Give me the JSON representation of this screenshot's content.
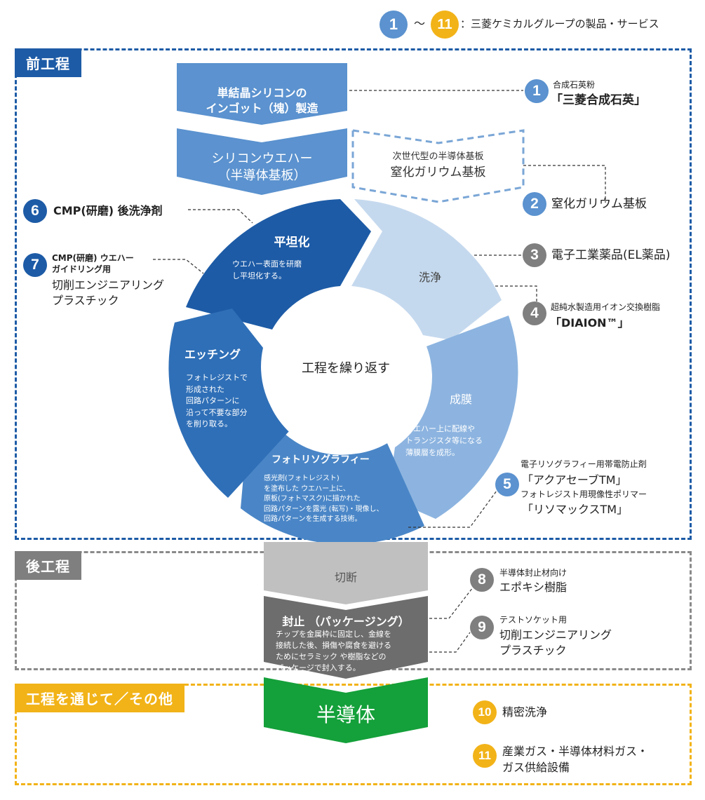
{
  "legend": {
    "from": "1",
    "sep": "〜",
    "to": "11",
    "text": "：三菱ケミカルグループの製品・サービス"
  },
  "sections": {
    "front": "前工程",
    "back": "後工程",
    "general": "工程を通じて／その他"
  },
  "flow": {
    "ingot": "単結晶シリコンの\nインゴット（塊）製造",
    "wafer": "シリコンウエハー\n（半導体基板）",
    "next_gen_small": "次世代型の半導体基板",
    "next_gen_big": "窒化ガリウム基板",
    "cutting": "切断",
    "sealing_title": "封止 （パッケージング）",
    "sealing_desc": "チップを金属枠に固定し、金線を\n接続した後、損傷や腐食を避ける\nためにセラミック や樹脂などの\nパッケージで封入する。",
    "semiconductor": "半導体"
  },
  "cycle": {
    "center": "工程を繰り返す",
    "planarize_title": "平坦化",
    "planarize_desc": "ウエハー表面を研磨\nし平坦化する。",
    "cleaning_title": "洗浄",
    "film_title": "成膜",
    "film_desc": "ウエハー上に配線や\nトランジスタ等になる\n薄膜層を成形。",
    "photo_title": "フォトリソグラフィー",
    "photo_desc": "感光剤(フォトレジスト)\nを塗布した ウエハー上に、\n原板(フォトマスク)に描かれた\n回路パターンを露光 (転写)・現像し、\n回路パターンを生成する技術。",
    "etch_title": "エッチング",
    "etch_desc": "フォトレジストで\n形成された\n回路パターンに\n沿って不要な部分\nを削り取る。"
  },
  "products": [
    {
      "num": "1",
      "small": "合成石英粉",
      "big": "「三菱合成石英」"
    },
    {
      "num": "2",
      "big": "窒化ガリウム基板"
    },
    {
      "num": "3",
      "big": "電子工業薬品(EL薬品)"
    },
    {
      "num": "4",
      "small": "超純水製造用イオン交換樹脂",
      "big": "「DIAION™」"
    },
    {
      "num": "5",
      "small1": "電子リソグラフィー用帯電防止剤",
      "big1": "「アクアセーブTM」",
      "small2": "フォトレジスト用現像性ポリマー",
      "big2": "「リソマックスTM」"
    },
    {
      "num": "6",
      "big": "CMP(研磨) 後洗浄剤"
    },
    {
      "num": "7",
      "small": "CMP(研磨) ウエハー\nガイドリング用",
      "big": "切削エンジニアリング\nプラスチック"
    },
    {
      "num": "8",
      "small": "半導体封止材向け",
      "big": "エポキシ樹脂"
    },
    {
      "num": "9",
      "small": "テストソケット用",
      "big": "切削エンジニアリング\nプラスチック"
    },
    {
      "num": "10",
      "big": "精密洗浄"
    },
    {
      "num": "11",
      "big": "産業ガス・半導体材料ガス・\nガス供給設備"
    }
  ],
  "colors": {
    "front_border": "#1d5ba6",
    "back_border": "#8a8a8a",
    "general_border": "#f2b318",
    "planarize": "#1d5ba6",
    "etch": "#2f6fb7",
    "photo": "#4a86c7",
    "film": "#8db4e0",
    "cleaning": "#c5d9ee",
    "ingot": "#5b92cf",
    "cutting": "#c0c0c0",
    "sealing": "#6d6d6d",
    "semiconductor": "#14a03a"
  }
}
